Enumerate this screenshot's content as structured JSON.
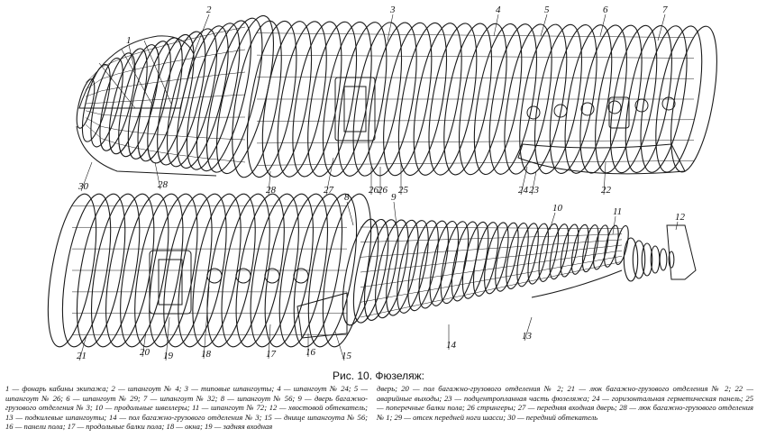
{
  "figure": {
    "caption_title": "Рис. 10. Фюзеляж:",
    "callouts": {
      "top_left": [
        "1",
        "2",
        "30",
        "28"
      ],
      "top_right_top": [
        "3",
        "4",
        "5",
        "6",
        "7"
      ],
      "top_right_bottom": [
        "28",
        "27",
        "26",
        "26",
        "25",
        "24",
        "23",
        "22"
      ],
      "bottom": [
        "8",
        "9",
        "10",
        "11",
        "12",
        "21",
        "20",
        "19",
        "18",
        "17",
        "16",
        "15",
        "14",
        "13"
      ]
    },
    "legend_left": "1 — фонарь кабины экипажа; 2 — шпангоут № 4; 3 — типовые шпангоуты; 4 — шпангоут № 24; 5 — шпангоут № 26; 6 — шпангоут № 29; 7 — шпангоут № 32; 8 — шпангоут № 56; 9 — дверь багажно-грузового отделения № 3; 10 — продольные швеллеры; 11 — шпангоут № 72; 12 — хвостовой обтекатель; 13 — подкилевые шпангоуты; 14 — пол багажно-грузового отделения № 3; 15 — днище шпангоута № 56; 16 — панели пола; 17 — продольные балки пола; 18 — окна; 19 — задняя входная",
    "legend_right": "дверь; 20 — пол багажно-грузового отделения № 2; 21 — люк багажно-грузового отделения № 2; 22 — аварийные выходы; 23 — подцентропланная часть фюзеляжа; 24 — горизонтальная герметическая панель; 25 — поперечные балки пола; 26 стрингеры; 27 — передняя входная дверь; 28 — люк багажно-грузового отделения № 1; 29 — отсек передней ноги шасси; 30 — передний обтекатель"
  }
}
